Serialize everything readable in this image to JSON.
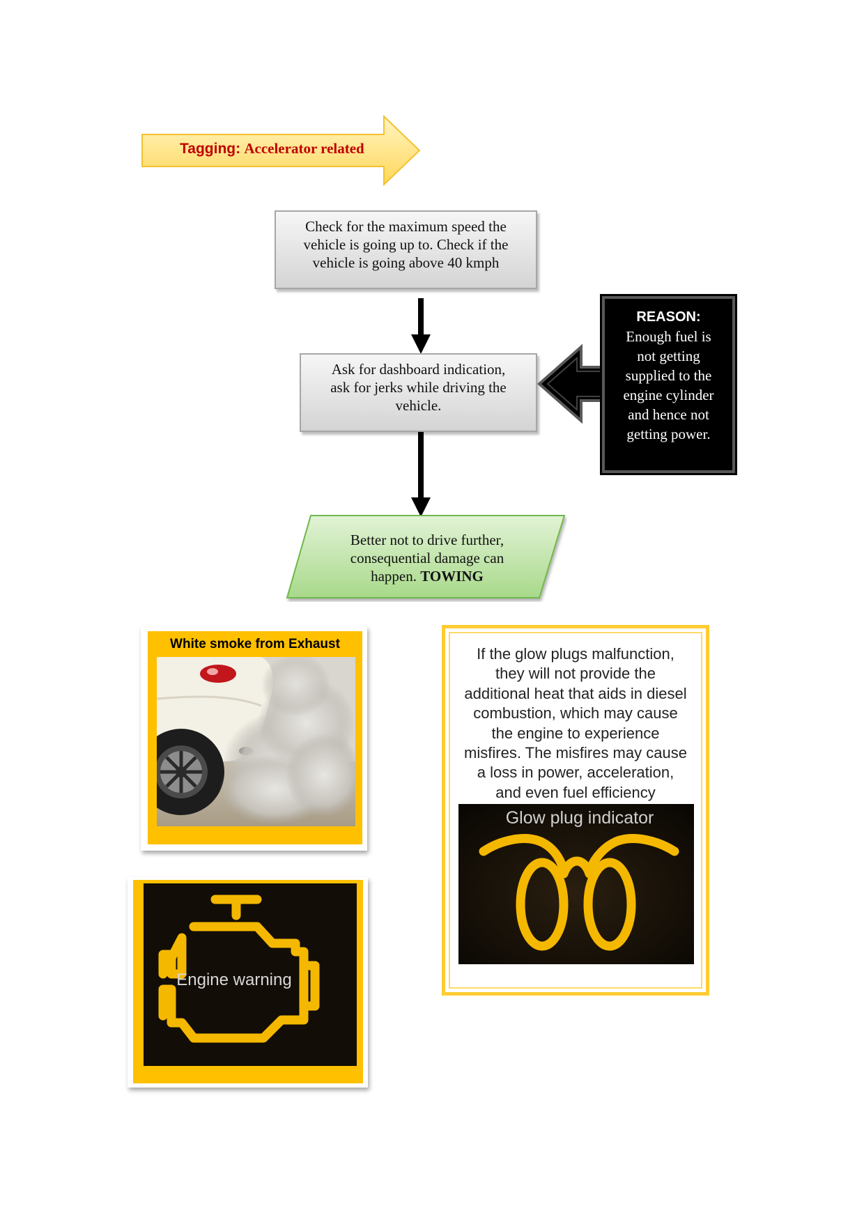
{
  "tagging": {
    "key": "Tagging:",
    "value": "Accelerator related"
  },
  "flow": {
    "step1": [
      "Check for the maximum speed the",
      "vehicle is going up to. Check if the",
      "vehicle is going above 40 kmph"
    ],
    "step2": [
      "Ask for dashboard indication,",
      "ask for jerks while driving the",
      "vehicle."
    ],
    "result": {
      "lines": [
        "Better not to drive further,",
        "consequential damage can"
      ],
      "last_prefix": "happen.",
      "last_bold": "TOWING"
    }
  },
  "reason": {
    "title": "REASON:",
    "lines": [
      "Enough fuel is",
      "not getting",
      "supplied to the",
      "engine cylinder",
      "and hence not",
      "getting power."
    ]
  },
  "smoke_card": {
    "title": "White smoke from Exhaust"
  },
  "engine_card": {
    "label": "Engine warning"
  },
  "glow_card": {
    "lines": [
      "If the glow plugs malfunction,",
      "they will not provide the",
      "additional heat that aids in diesel",
      "combustion, which may cause",
      "the engine to experience",
      "misfires. The misfires may cause",
      "a loss in power, acceleration,",
      "and even fuel efficiency"
    ],
    "image_label": "Glow plug indicator"
  },
  "colors": {
    "tag_text": "#c00000",
    "amber": "#ffc000",
    "indicator_yellow": "#f5b800",
    "reason_bg": "#000000",
    "result_fill": "#c6e7b0"
  }
}
